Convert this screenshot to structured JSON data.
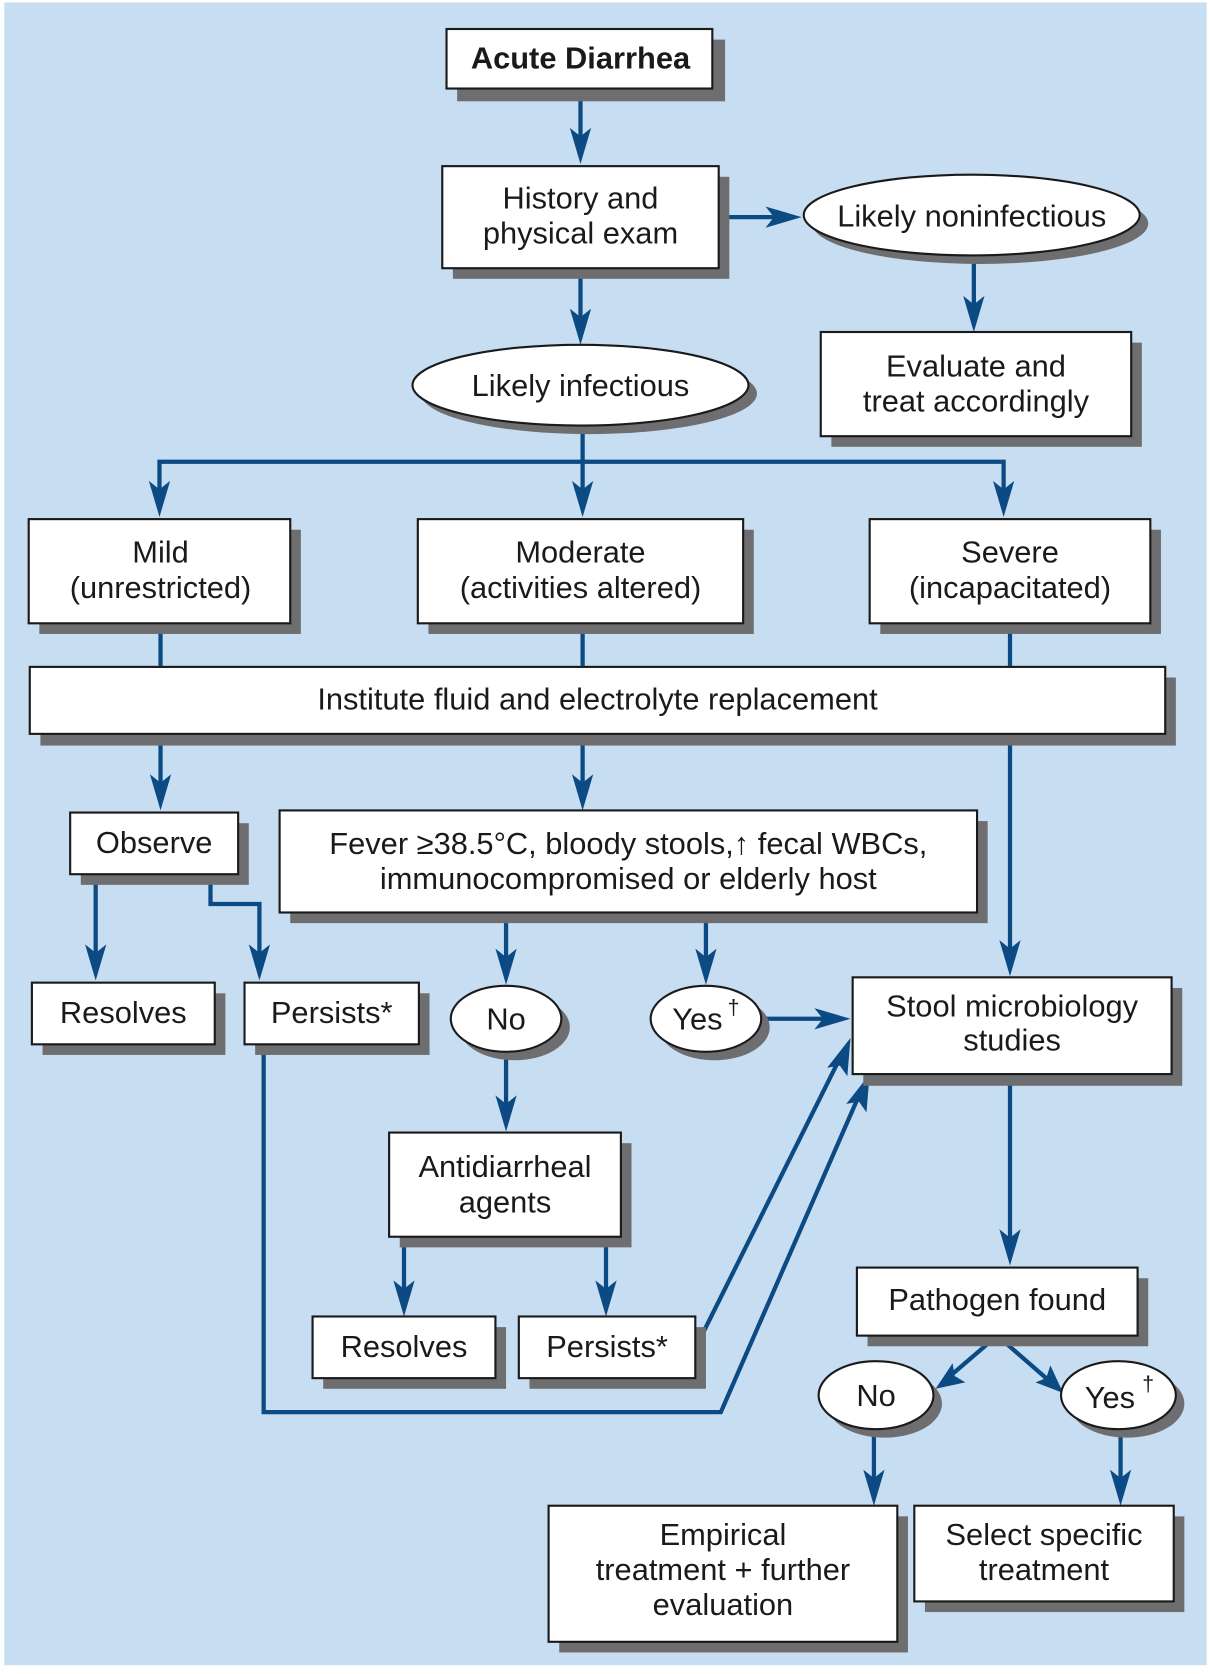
{
  "title": "Acute Diarrhea",
  "colors": {
    "background": "#c7ddf2",
    "arrow": "#0b4a82",
    "box_fill": "#ffffff",
    "shadow": "#6e6e70"
  },
  "nodes": {
    "acute_diarrhea": [
      "Acute Diarrhea"
    ],
    "history_exam": [
      "History and",
      "physical exam"
    ],
    "likely_noninfectious": [
      "Likely noninfectious"
    ],
    "evaluate_treat": [
      "Evaluate and",
      "treat accordingly"
    ],
    "likely_infectious": [
      "Likely infectious"
    ],
    "mild": [
      "Mild",
      "(unrestricted)"
    ],
    "moderate": [
      "Moderate",
      "(activities altered)"
    ],
    "severe": [
      "Severe",
      "(incapacitated)"
    ],
    "institute_fluid": [
      "Institute fluid and electrolyte replacement"
    ],
    "observe": [
      "Observe"
    ],
    "fever_criteria": [
      "Fever ≥38.5°C, bloody stools,↑ fecal WBCs,",
      "immunocompromised or elderly host"
    ],
    "resolves_1": [
      "Resolves"
    ],
    "persists_1": [
      "Persists*"
    ],
    "no_1": [
      "No"
    ],
    "yes_1": [
      "Yes",
      "†"
    ],
    "stool_micro": [
      "Stool microbiology",
      "studies"
    ],
    "antidiarrheal": [
      "Antidiarrheal",
      "agents"
    ],
    "resolves_2": [
      "Resolves"
    ],
    "persists_2": [
      "Persists*"
    ],
    "pathogen_found": [
      "Pathogen found"
    ],
    "no_2": [
      "No"
    ],
    "yes_2": [
      "Yes",
      "†"
    ],
    "empirical": [
      "Empirical",
      "treatment + further",
      "evaluation"
    ],
    "select_specific": [
      "Select specific",
      "treatment"
    ]
  }
}
